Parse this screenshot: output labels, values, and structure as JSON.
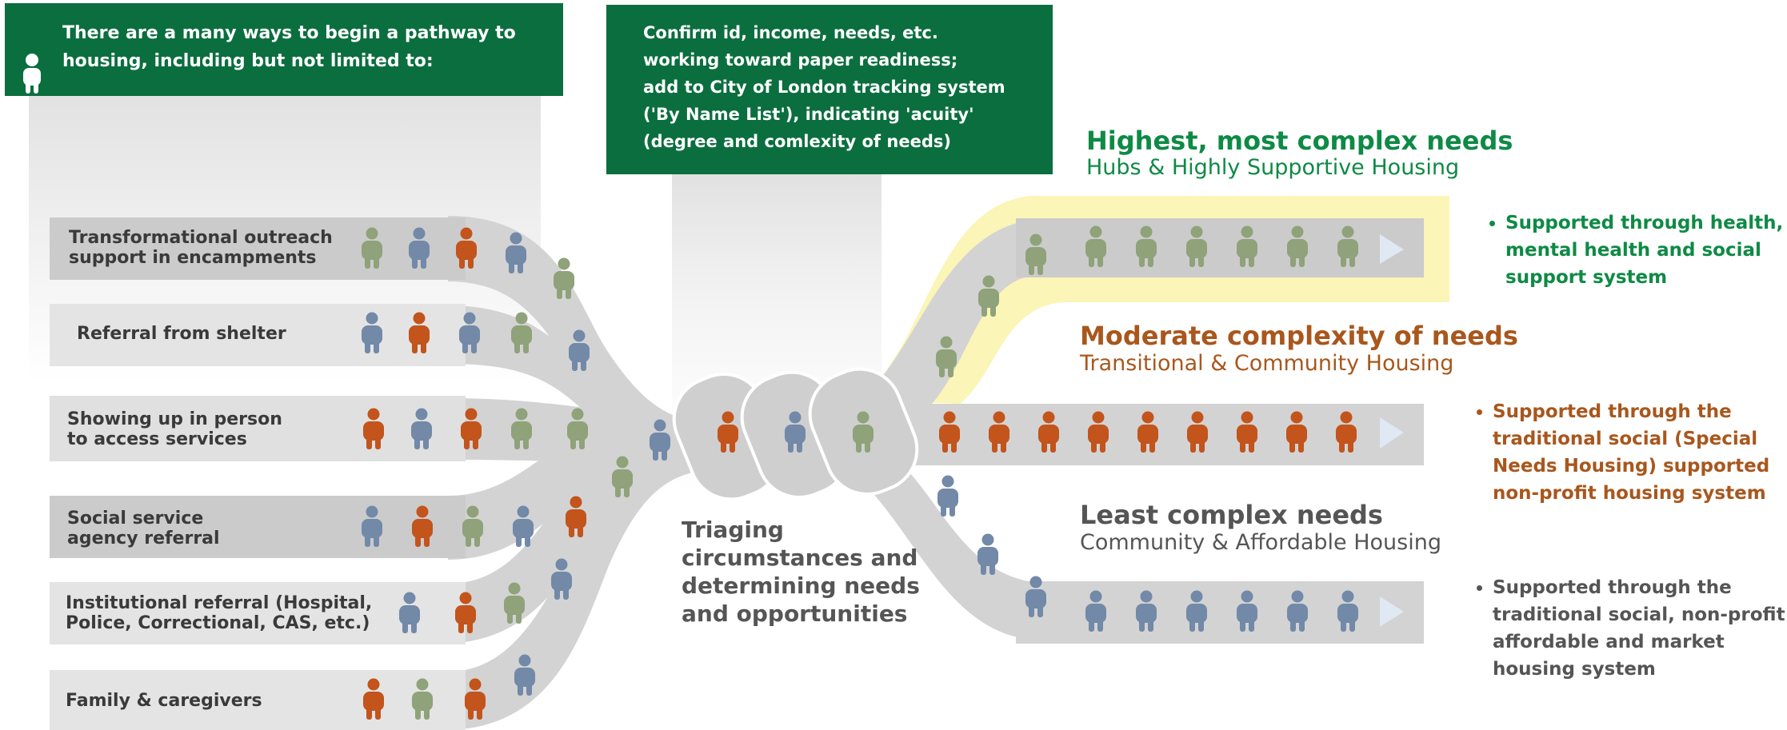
{
  "colors": {
    "green": "#0b6e3f",
    "orange": "#c2541c",
    "blue": "#7289a8",
    "olive": "#8fa27a",
    "outcome_green": "#0e8a45",
    "outcome_brown": "#a8571d",
    "outcome_gray": "#555555",
    "band": "#d5d5d5",
    "highlight": "#fbf5b7"
  },
  "intro_box": {
    "icon": "person-icon",
    "text_line1": "There are a many ways to begin a pathway to",
    "text_line2": "housing, including but not limited to:"
  },
  "triage_box": {
    "line1": "Confirm id, income, needs, etc.",
    "line2": "working toward paper readiness;",
    "line3": "add to City of London tracking system",
    "line4": "('By Name List'), indicating 'acuity'",
    "line5": "(degree and comlexity of needs)"
  },
  "pathways": [
    {
      "line1": "Transformational outreach",
      "line2": "support in encampments",
      "people": [
        "olive",
        "blue",
        "orange",
        "blue",
        "olive"
      ]
    },
    {
      "line1": "Referral from shelter",
      "line2": "",
      "people": [
        "blue",
        "orange",
        "blue",
        "olive",
        "blue"
      ]
    },
    {
      "line1": "Showing up in person",
      "line2": "to access services",
      "people": [
        "orange",
        "blue",
        "orange",
        "olive",
        "olive"
      ]
    },
    {
      "line1": "Social service",
      "line2": "agency referral",
      "people": [
        "blue",
        "orange",
        "olive",
        "blue",
        "orange"
      ]
    },
    {
      "line1": "Institutional referral (Hospital,",
      "line2": "Police, Correctional, CAS, etc.)",
      "people": [
        "blue",
        "orange",
        "olive",
        "blue"
      ]
    },
    {
      "line1": "Family & caregivers",
      "line2": "",
      "people": [
        "orange",
        "olive",
        "orange",
        "blue"
      ]
    }
  ],
  "triage": {
    "line1": "Triaging",
    "line2": "circumstances and",
    "line3": "determining needs",
    "line4": "and opportunities",
    "people": [
      "orange",
      "blue",
      "olive"
    ]
  },
  "outcomes": [
    {
      "title": "Highest, most complex needs",
      "subtitle": "Hubs & Highly Supportive Housing",
      "color_key": "outcome_green",
      "bullet_line1": "Supported through health,",
      "bullet_line2": "mental health and social",
      "bullet_line3": "support system",
      "bullet_line4": "",
      "people": [
        "olive",
        "olive",
        "olive",
        "olive",
        "olive",
        "olive"
      ]
    },
    {
      "title": "Moderate complexity of needs",
      "subtitle": "Transitional & Community Housing",
      "color_key": "outcome_brown",
      "bullet_line1": "Supported through the",
      "bullet_line2": "traditional social (Special",
      "bullet_line3": "Needs Housing) supported",
      "bullet_line4": "non-profit housing system",
      "people": [
        "orange",
        "orange",
        "orange",
        "orange",
        "orange",
        "orange",
        "orange",
        "orange",
        "orange"
      ]
    },
    {
      "title": "Least complex needs",
      "subtitle": "Community & Affordable Housing",
      "color_key": "outcome_gray",
      "bullet_line1": "Supported through the",
      "bullet_line2": "traditional social, non-profit",
      "bullet_line3": "affordable and market",
      "bullet_line4": "housing system",
      "people": [
        "blue",
        "blue",
        "blue",
        "blue",
        "blue",
        "blue"
      ]
    }
  ]
}
